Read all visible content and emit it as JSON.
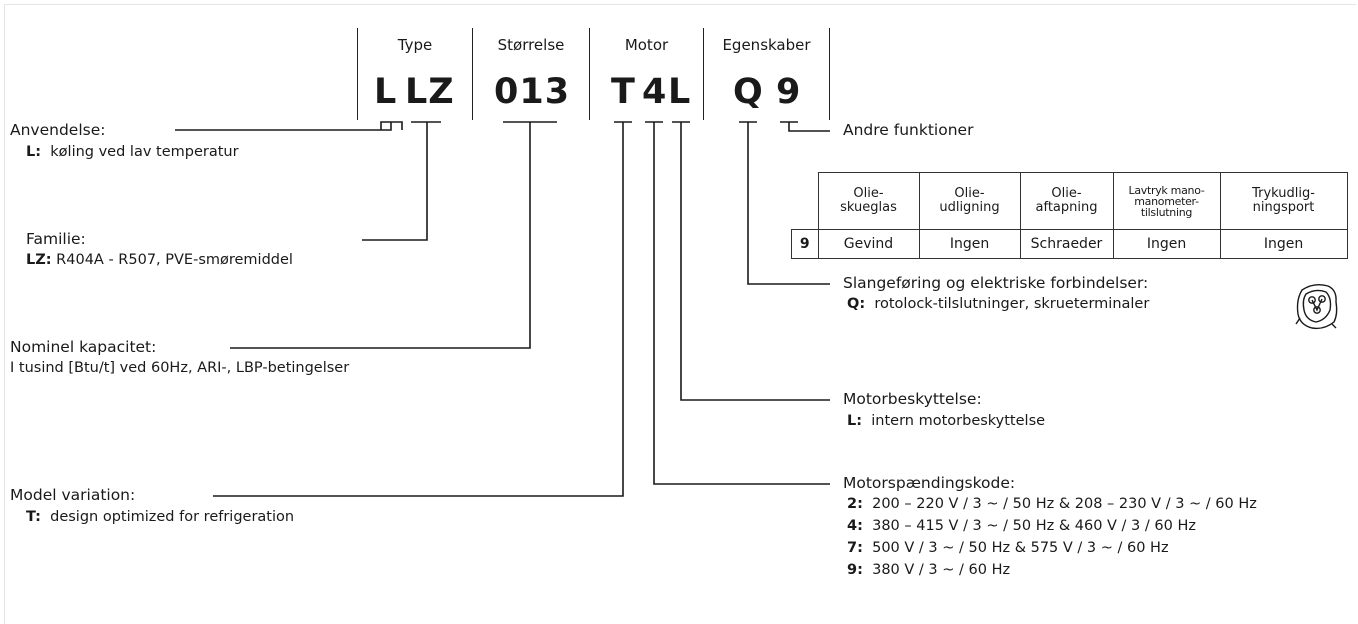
{
  "headers": {
    "type": "Type",
    "size": "Størrelse",
    "motor": "Motor",
    "features": "Egenskaber"
  },
  "code": {
    "c1": "L",
    "c2": "LZ",
    "c3": "013",
    "c4": "T",
    "c5": "4",
    "c6": "L",
    "c7": "Q",
    "c8": "9"
  },
  "left": {
    "application": {
      "title": "Anvendelse:",
      "key": "L:",
      "text": "køling ved lav temperatur"
    },
    "family": {
      "title": "Familie:",
      "key": "LZ:",
      "text": "R404A - R507, PVE-smøremiddel"
    },
    "capacity": {
      "title": "Nominel kapacitet:",
      "text": "I tusind [Btu/t] ved 60Hz, ARI-, LBP-betingelser"
    },
    "variation": {
      "title": "Model variation:",
      "key": "T:",
      "text": "design optimized for refrigeration"
    }
  },
  "right": {
    "other": {
      "title": "Andre funktioner"
    },
    "tubing": {
      "title": "Slangeføring og elektriske forbindelser:",
      "key": "Q:",
      "text": "rotolock-tilslutninger, skrueterminaler"
    },
    "protection": {
      "title": "Motorbeskyttelse:",
      "key": "L:",
      "text": "intern motorbeskyttelse"
    },
    "voltage": {
      "title": "Motorspændingskode:",
      "items": [
        {
          "key": "2:",
          "text": "200 – 220 V / 3 ~ / 50 Hz & 208 – 230 V / 3 ~ / 60 Hz"
        },
        {
          "key": "4:",
          "text": "380 – 415 V / 3 ~ / 50 Hz & 460 V / 3 / 60 Hz"
        },
        {
          "key": "7:",
          "text": "500 V / 3 ~ / 50 Hz & 575 V / 3 ~ / 60 Hz"
        },
        {
          "key": "9:",
          "text": "380 V / 3 ~ / 60 Hz"
        }
      ]
    }
  },
  "options_table": {
    "headers": [
      [
        "Olie-",
        "skueglas"
      ],
      [
        "Olie-",
        "udligning"
      ],
      [
        "Olie-",
        "aftapning"
      ],
      [
        "Lavtryk mano-",
        "manometer-",
        "tilslutning"
      ],
      [
        "Trykudlig-",
        "ningsport"
      ]
    ],
    "row": {
      "key": "9",
      "values": [
        "Gevind",
        "Ingen",
        "Schraeder",
        "Ingen",
        "Ingen"
      ]
    }
  },
  "icons": {
    "terminal": "terminal-box-icon"
  }
}
